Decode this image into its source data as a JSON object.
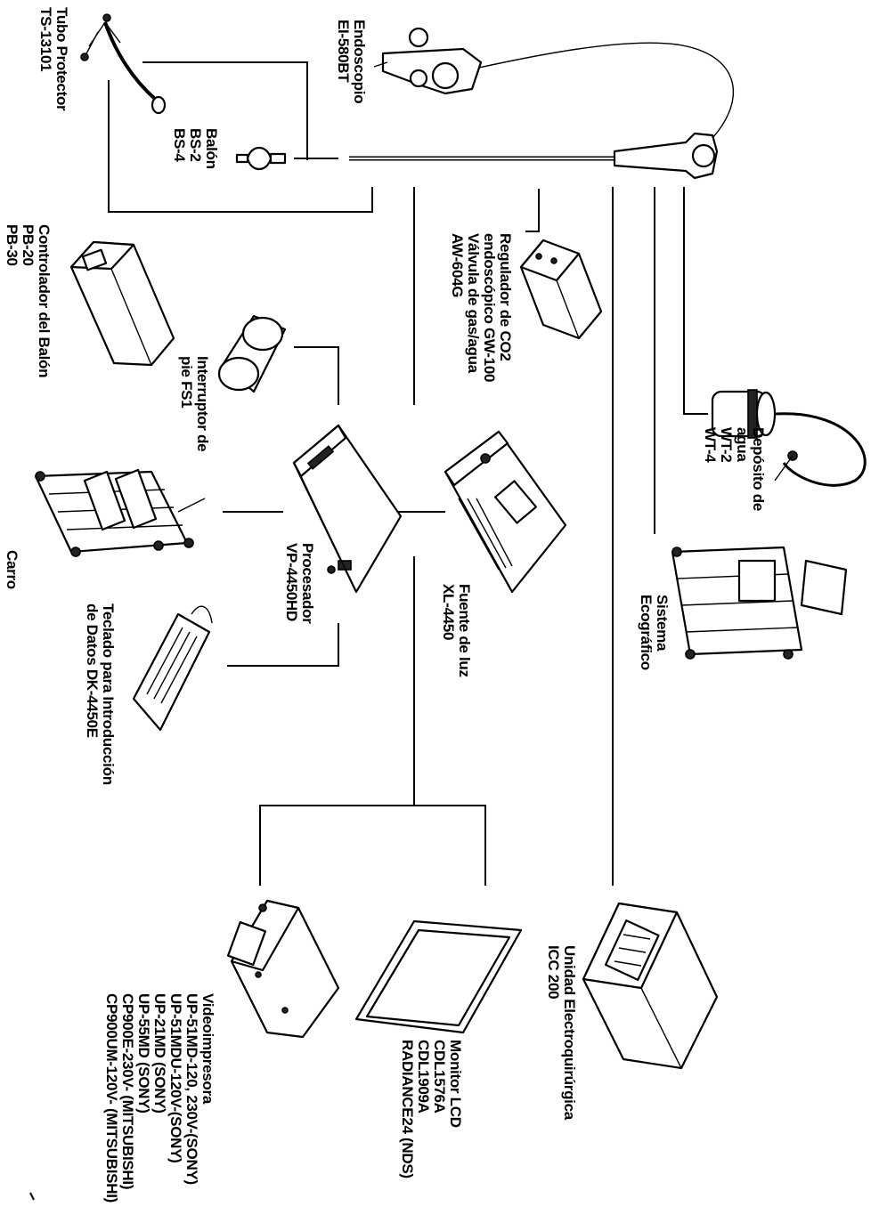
{
  "diagram": {
    "components": [
      {
        "id": "tubo",
        "lines": [
          "Tubo Protector",
          "TS-13101"
        ]
      },
      {
        "id": "endoscopio",
        "lines": [
          "Endoscopio",
          "EI-580BT"
        ]
      },
      {
        "id": "balon",
        "lines": [
          "Balón",
          "BS-2",
          "BS-4"
        ]
      },
      {
        "id": "controlador",
        "lines": [
          "Controlador del Balón",
          "PB-20",
          "PB-30"
        ]
      },
      {
        "id": "regulador",
        "lines": [
          "Regulador de CO2",
          "endoscópico GW-100",
          "Válvula de gas/agua",
          "AW-604G"
        ]
      },
      {
        "id": "interruptor",
        "lines": [
          "Interruptor de",
          "pie FS1"
        ]
      },
      {
        "id": "deposito",
        "lines": [
          "Depósito de",
          "agua",
          "WT-2",
          "WT-4"
        ]
      },
      {
        "id": "carro",
        "lines": [
          "Carro"
        ]
      },
      {
        "id": "procesador",
        "lines": [
          "Procesador",
          "VP-4450HD"
        ]
      },
      {
        "id": "fuente",
        "lines": [
          "Fuente de luz",
          "XL-4450"
        ]
      },
      {
        "id": "eco",
        "lines": [
          "Sistema",
          "Ecográfico"
        ]
      },
      {
        "id": "teclado",
        "lines": [
          "Teclado para Introducción",
          "de Datos DK-4450E"
        ]
      },
      {
        "id": "unidad",
        "lines": [
          "Unidad Electroquirúrgica",
          "ICC 200"
        ]
      },
      {
        "id": "monitor",
        "lines": [
          "Monitor LCD",
          "CDL1576A",
          "CDL1909A",
          "RADIANCE24 (NDS)"
        ]
      },
      {
        "id": "videoimpresora",
        "lines": [
          "Videoimpresora",
          "UP-51MD-120, 230V-(SONY)",
          "UP-51MDU-120V-(SONY)",
          "UP-21MD (SONY)",
          "UP-55MD (SONY)",
          "CP900E-230V- (MITSUBISHI)",
          "CP900UM-120V- (MITSUBISHI)"
        ]
      }
    ]
  }
}
